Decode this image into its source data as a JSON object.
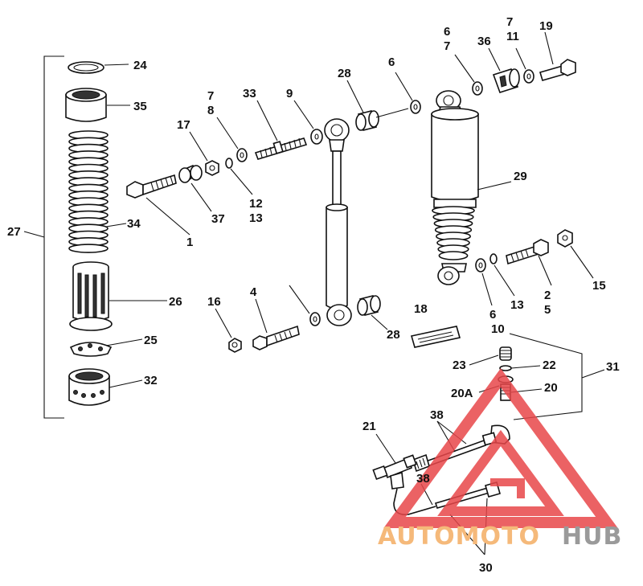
{
  "diagram": {
    "callouts": {
      "c24": "24",
      "c35": "35",
      "c34": "34",
      "c27": "27",
      "c26": "26",
      "c25": "25",
      "c32": "32",
      "c17": "17",
      "c7a": "7",
      "c8a": "8",
      "c33": "33",
      "c9": "9",
      "c28a": "28",
      "c6a": "6",
      "c6b": "6",
      "c7b": "7",
      "c36": "36",
      "c7c": "7",
      "c11": "11",
      "c19": "19",
      "c12": "12",
      "c13a": "13",
      "c37": "37",
      "c1": "1",
      "c29": "29",
      "c2": "2",
      "c5": "5",
      "c15": "15",
      "c6c": "6",
      "c13b": "13",
      "c10": "10",
      "c16": "16",
      "c4": "4",
      "c28b": "28",
      "c18": "18",
      "c23": "23",
      "c22": "22",
      "c20A": "20A",
      "c20": "20",
      "c31": "31",
      "c21": "21",
      "c38a": "38",
      "c38b": "38",
      "c30": "30"
    }
  },
  "watermark": {
    "part1": "AUTOMOTO",
    "part2": "HUB",
    "colors": {
      "accent": "#f5b97a",
      "gray": "#9a9a9a",
      "triangle": "#e8474a"
    }
  }
}
